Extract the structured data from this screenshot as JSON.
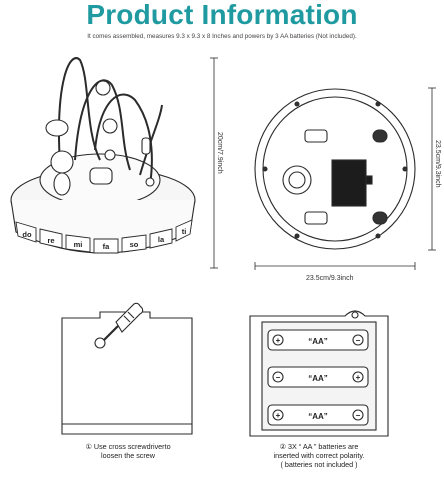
{
  "header": {
    "title": "Product Information",
    "subtitle": "It comes assembled, measures 9.3 x 9.3 x 8 Inches and powers by 3 AA batteries (Not included)."
  },
  "toy": {
    "height_label": "20cm/7.9inch",
    "note_keys": [
      "do",
      "re",
      "mi",
      "fa",
      "so",
      "la",
      "ti"
    ]
  },
  "base": {
    "height_label": "23.5cm/9.3inch",
    "width_label": "23.5cm/9.3inch"
  },
  "step1": {
    "caption_line1": "① Use cross screwdriverto",
    "caption_line2": "loosen the screw"
  },
  "step2": {
    "battery_label": "“AA”",
    "caption_line1": "② 3X “ AA ” batteries are",
    "caption_line2": "inserted with correct polarity.",
    "caption_line3": "( batteries not included )"
  },
  "colors": {
    "title": "#1e9aa0",
    "line": "#2b2b2b"
  }
}
